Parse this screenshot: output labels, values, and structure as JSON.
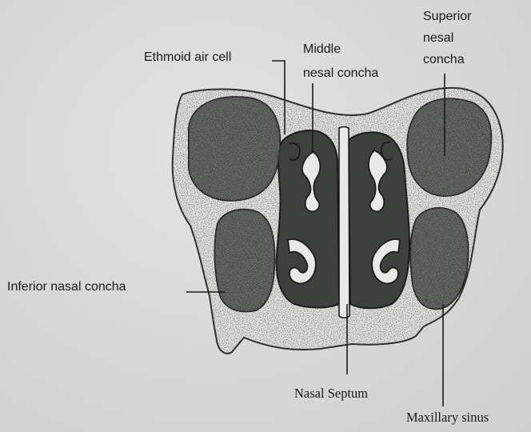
{
  "labels": {
    "ethmoid": "Ethmoid air cell",
    "middle_line1": "Middle",
    "middle_line2": "nesal concha",
    "superior_line1": "Superior",
    "superior_line2": "nesal",
    "superior_line3": "concha",
    "inferior": "Inferior nasal concha",
    "septum": "Nasal Septum",
    "maxillary": "Maxillary sinus"
  },
  "colors": {
    "background": "#d9dad5",
    "bone": "#e9eae6",
    "cavity": "#3d403d",
    "ink": "#1a1a1a"
  }
}
